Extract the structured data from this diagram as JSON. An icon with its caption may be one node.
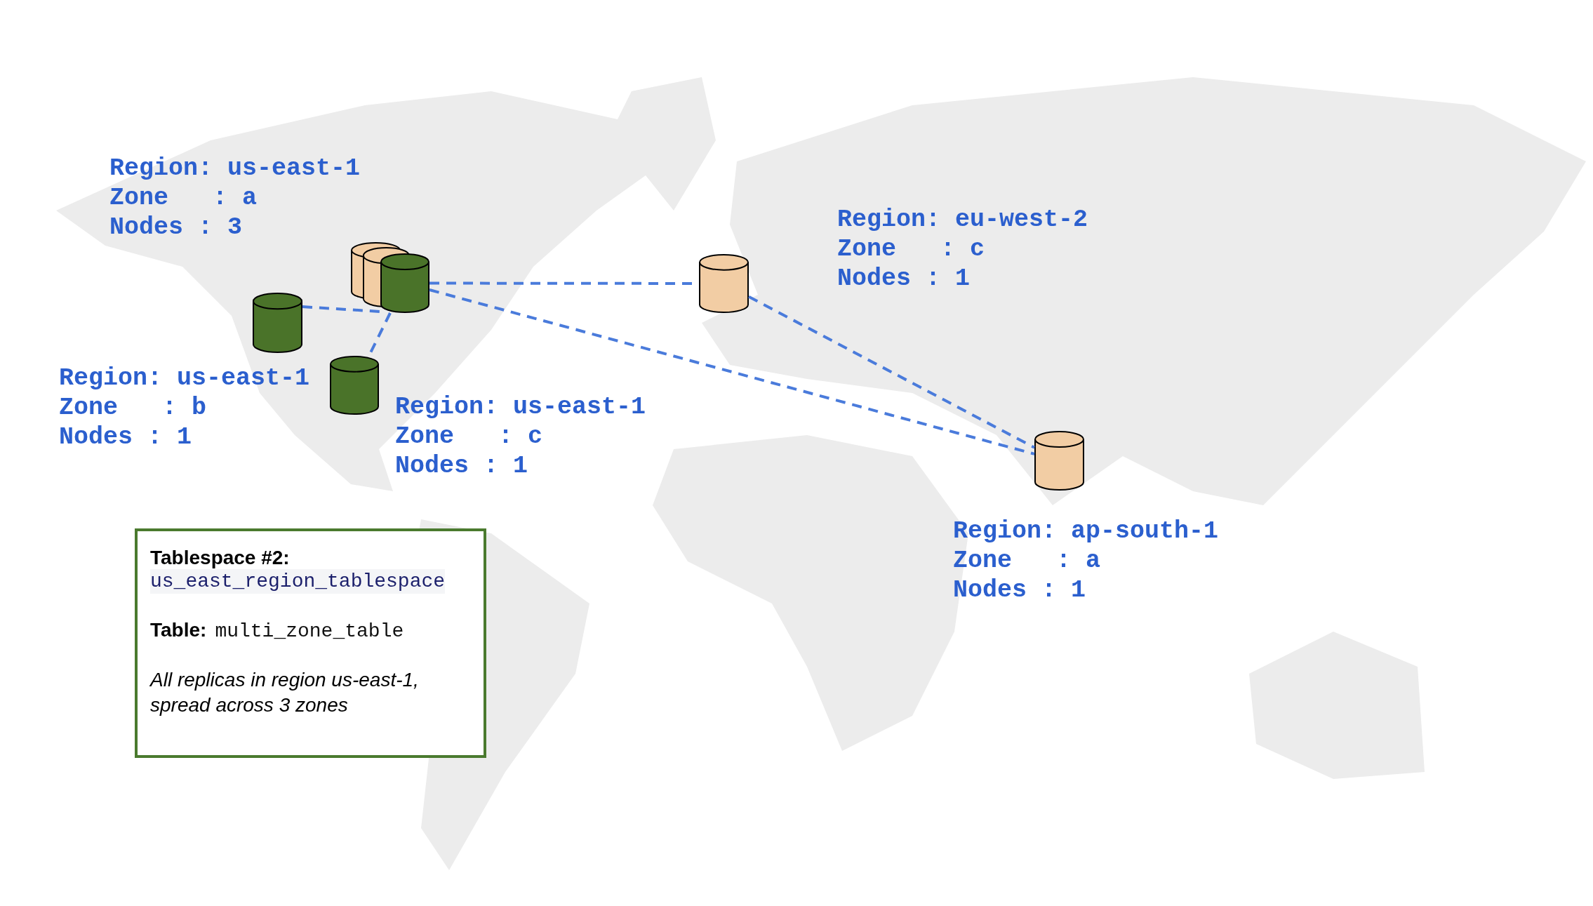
{
  "diagram": {
    "nodes": [
      {
        "text": [],
        "shape": "cylinder"
      },
      {
        "text": [],
        "shape": "cylinder"
      },
      {
        "text": [],
        "shape": "cylinder",
        "beside": [
          "Region: us-east-1",
          "Zone   : a",
          "Nodes : 3"
        ]
      },
      {
        "text": [],
        "shape": "cylinder",
        "beside": [
          "Region: us-east-1",
          "Zone   : b",
          "Nodes : 1"
        ]
      },
      {
        "text": [],
        "shape": "cylinder",
        "beside": [
          "Region: us-east-1",
          "Zone   : c",
          "Nodes : 1"
        ]
      },
      {
        "text": [],
        "shape": "cylinder",
        "beside": [
          "Region: eu-west-2",
          "Zone   : c",
          "Nodes : 1"
        ]
      },
      {
        "text": [],
        "shape": "cylinder",
        "beside": [
          "Region: ap-south-1",
          "Zone   : a",
          "Nodes : 1"
        ]
      },
      {
        "text": [
          "Tablespace #2:",
          "us_east_region_tablespace",
          "Table:",
          "multi_zone_table",
          "All replicas in region us-east-1, spread across 3 zones"
        ]
      }
    ],
    "edges": [
      {
        "from": 3,
        "to": 2,
        "arrow": "none",
        "style": "dashed"
      },
      {
        "from": 2,
        "to": 4,
        "arrow": "none",
        "style": "dashed"
      },
      {
        "from": 2,
        "to": 5,
        "arrow": "none",
        "style": "dashed"
      },
      {
        "from": 2,
        "to": 6,
        "arrow": "none",
        "style": "dashed"
      },
      {
        "from": 5,
        "to": 6,
        "arrow": "none",
        "style": "dashed"
      }
    ]
  }
}
